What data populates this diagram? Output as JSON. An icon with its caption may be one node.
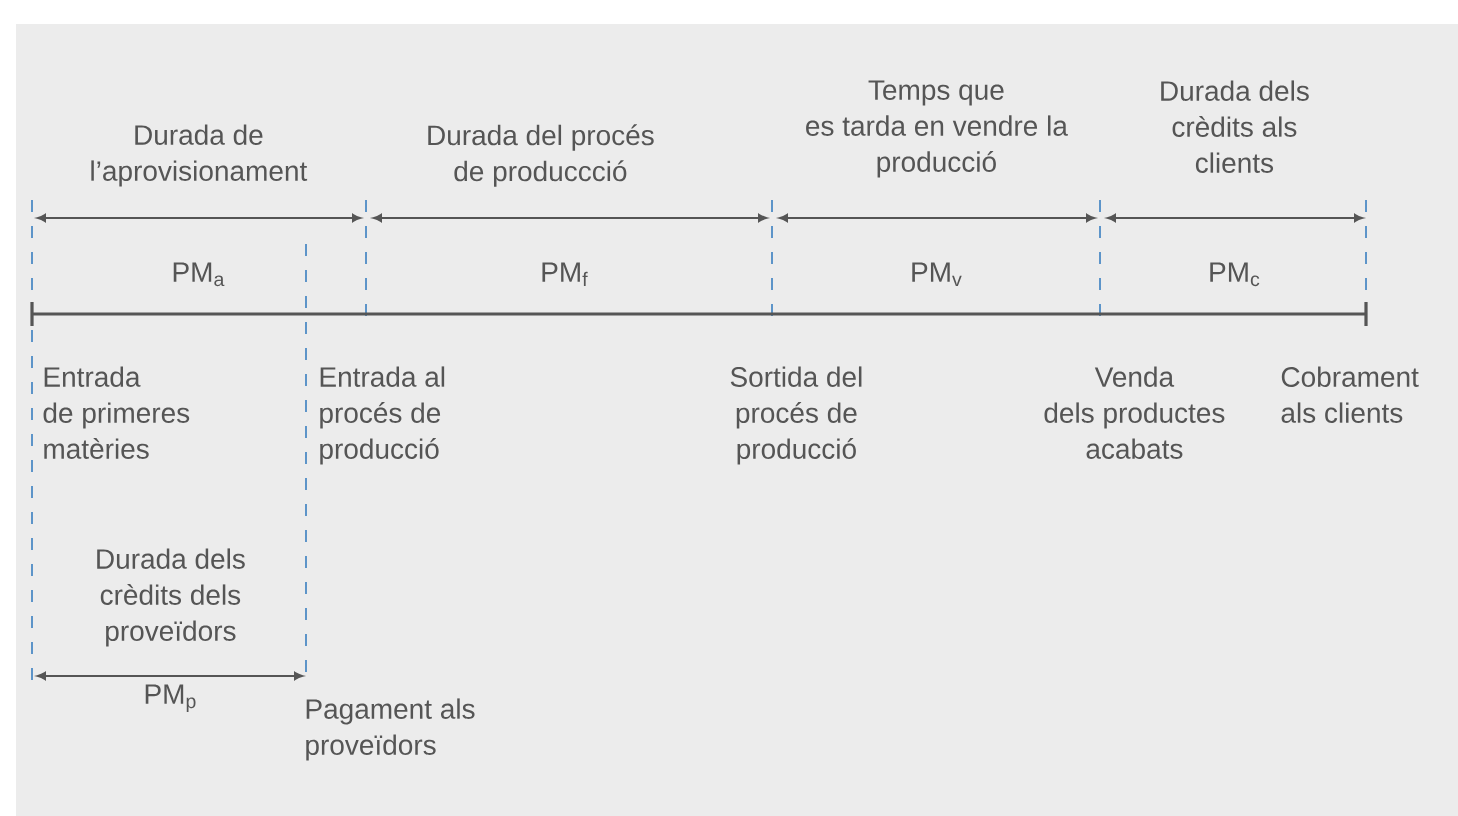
{
  "diagram": {
    "labels": [
      "Durada de l’aprovisionament",
      "Durada del procés de produccció",
      "Temps que es tarda en vendre la producció",
      "Durada dels crèdits als clients",
      "PM$_{a}$",
      "PM$_{f}$",
      "PM$_{v}$",
      "PM$_{c}$",
      "Entrada de primeres matèries",
      "Entrada al procés de producció",
      "Sortida del procés de producció",
      "Venda dels productes acabats",
      "Cobrament als clients",
      "Durada dels crèdits dels proveïdors",
      "PM$_{p}$",
      "Pagament als proveïdors"
    ]
  }
}
